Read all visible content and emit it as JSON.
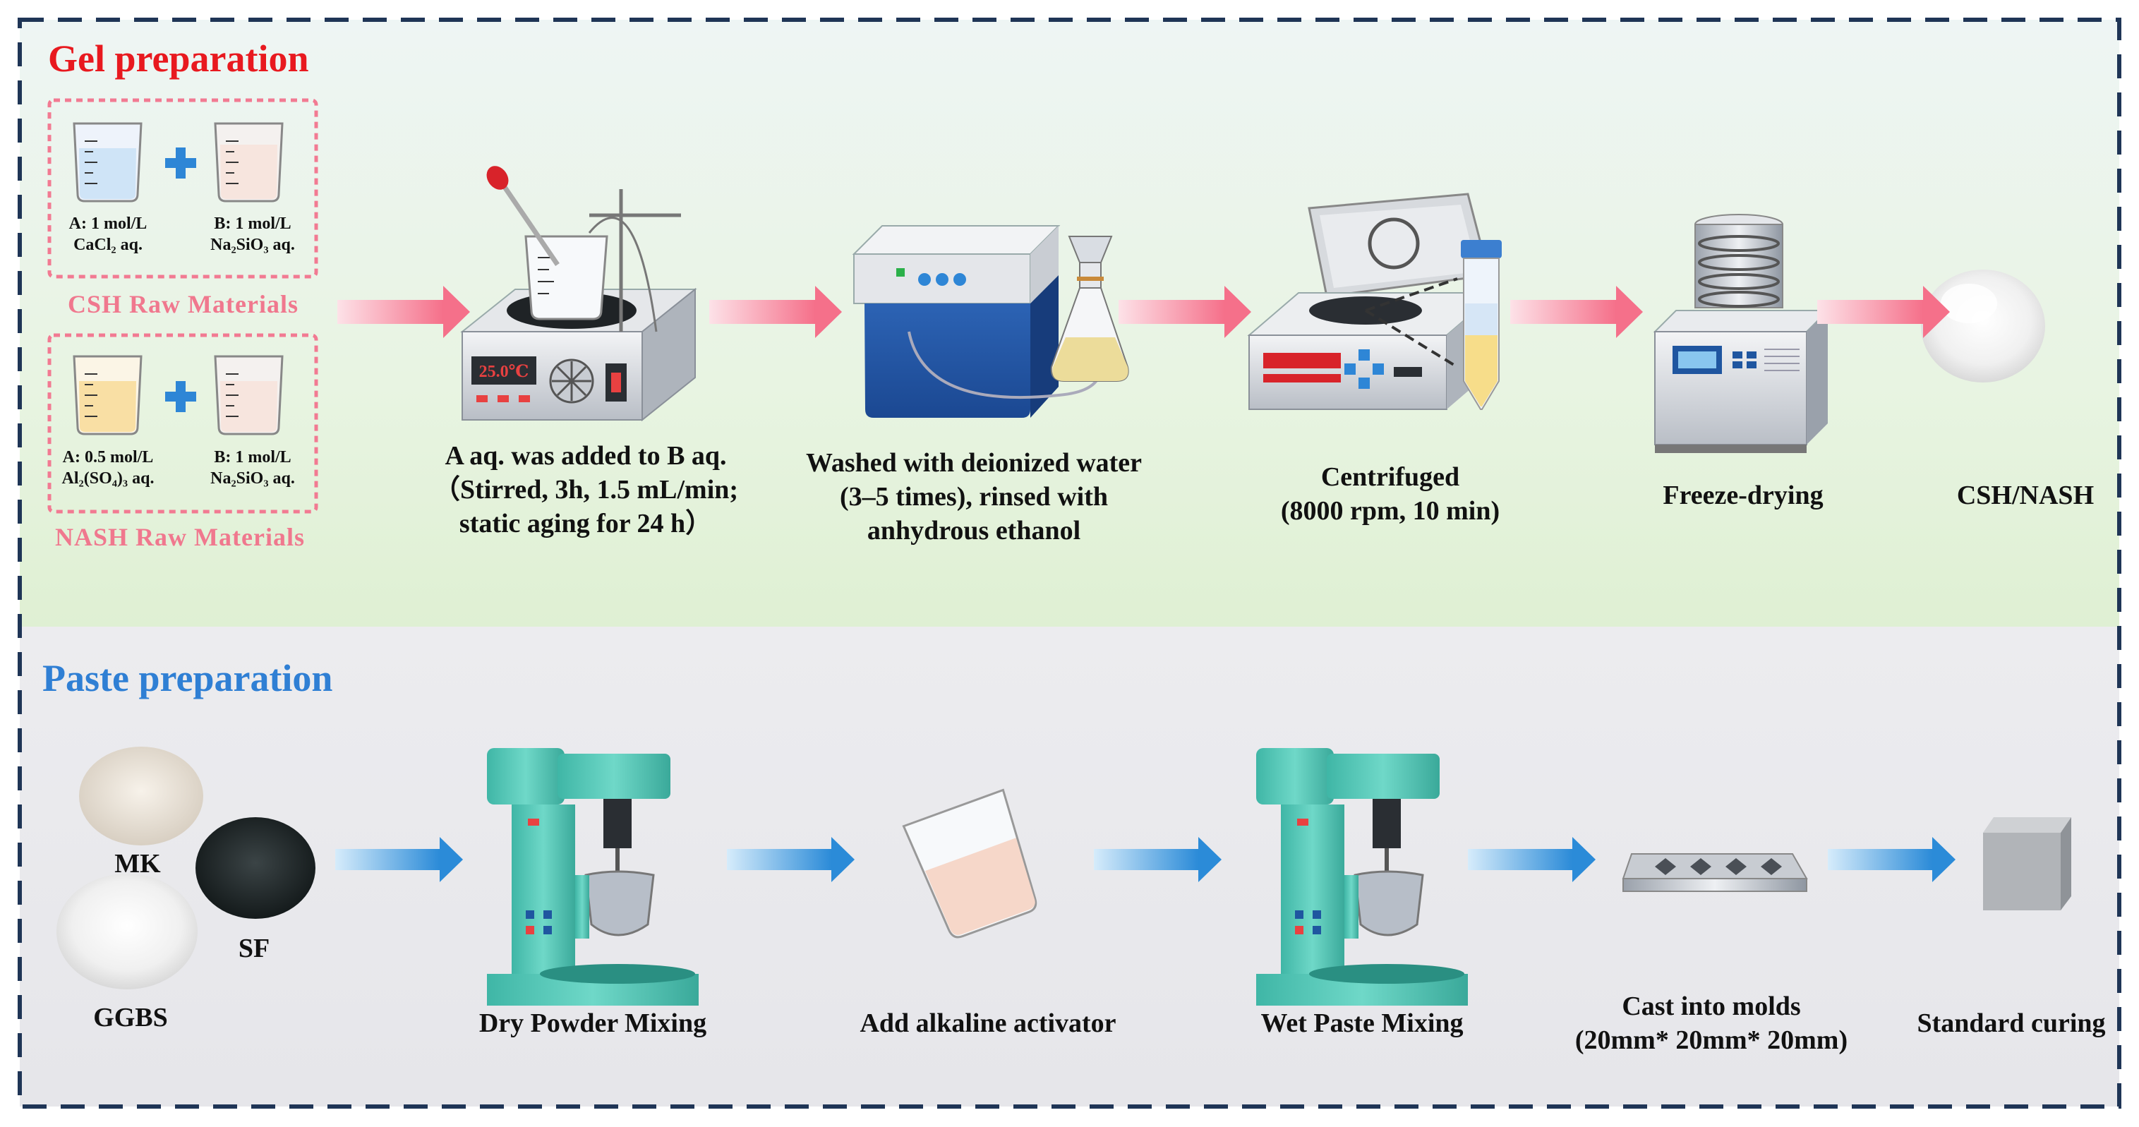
{
  "sections": {
    "gel_title": "Gel preparation",
    "paste_title": "Paste preparation"
  },
  "gel": {
    "csh_group_title": "CSH Raw Materials",
    "nash_group_title": "NASH Raw Materials",
    "beaker_a_csh": [
      "A: 1 mol/L",
      "CaCl₂ aq."
    ],
    "beaker_b_csh": [
      "B: 1 mol/L",
      "Na₂SiO₃ aq."
    ],
    "beaker_a_nash": [
      "A: 0.5 mol/L",
      "Al₂(SO₄)₃ aq."
    ],
    "beaker_b_nash": [
      "B: 1 mol/L",
      "Na₂SiO₃ aq."
    ],
    "stirrer_display": "25.0℃",
    "steps": [
      {
        "lines": [
          "A aq. was added to B aq.",
          "（Stirred, 3h, 1.5 mL/min;",
          "static aging for 24 h）"
        ]
      },
      {
        "lines": [
          "Washed with deionized water",
          "(3–5 times), rinsed with",
          "anhydrous ethanol"
        ]
      },
      {
        "lines": [
          "Centrifuged",
          "(8000 rpm, 10 min)"
        ]
      },
      {
        "lines": [
          "Freeze-drying"
        ]
      },
      {
        "lines": [
          "CSH/NASH"
        ]
      }
    ]
  },
  "paste": {
    "materials": {
      "mk": "MK",
      "sf": "SF",
      "ggbs": "GGBS"
    },
    "steps": [
      {
        "lines": [
          "Dry Powder Mixing"
        ]
      },
      {
        "lines": [
          "Add alkaline activator"
        ]
      },
      {
        "lines": [
          "Wet  Paste Mixing"
        ]
      },
      {
        "lines": [
          "Cast into molds",
          "(20mm* 20mm* 20mm)"
        ]
      },
      {
        "lines": [
          "Standard curing"
        ]
      }
    ]
  },
  "colors": {
    "gel_title": "#e8191f",
    "paste_title": "#2f7fd4",
    "pink_arrow": "#f5708a",
    "blue_arrow": "#2b8bd8",
    "frame": "#1f3556",
    "mixer": "#49c2b3"
  }
}
